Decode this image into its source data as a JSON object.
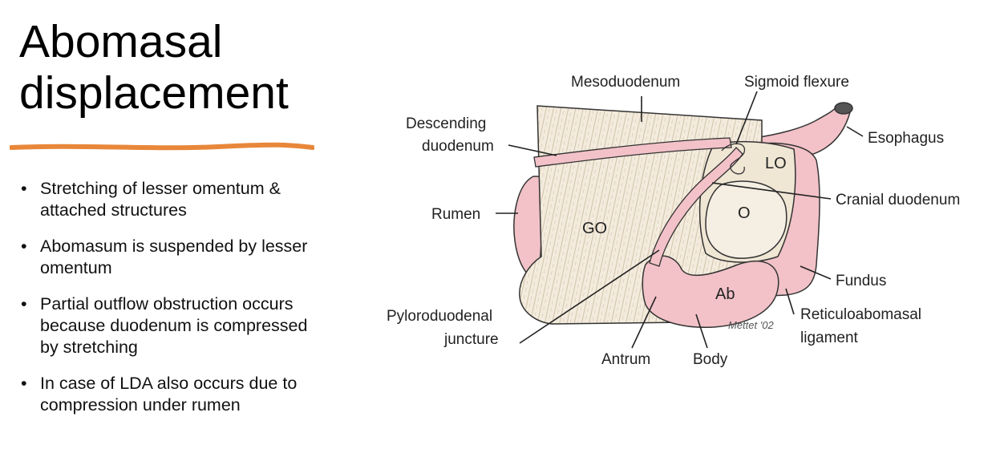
{
  "slide": {
    "title_line1": "Abomasal",
    "title_line2": "displacement",
    "accent_color": "#E8873A",
    "bullets": [
      "Stretching of lesser omentum & attached structures",
      "Abomasum is suspended by lesser omentum",
      "Partial outflow obstruction occurs because duodenum is compressed by stretching",
      "In case of LDA also occurs due to compression under rumen"
    ]
  },
  "diagram": {
    "labels": {
      "mesoduodenum": "Mesoduodenum",
      "sigmoid_flexure": "Sigmoid flexure",
      "descending_duodenum_1": "Descending",
      "descending_duodenum_2": "duodenum",
      "esophagus": "Esophagus",
      "cranial_duodenum": "Cranial duodenum",
      "rumen": "Rumen",
      "fundus": "Fundus",
      "pyloroduodenal_1": "Pyloroduodenal",
      "pyloroduodenal_2": "juncture",
      "reticuloabomasal_1": "Reticuloabomasal",
      "reticuloabomasal_2": "ligament",
      "antrum": "Antrum",
      "body": "Body"
    },
    "region_labels": {
      "go": "GO",
      "lo": "LO",
      "o": "O",
      "ab": "Ab"
    },
    "signature": "Mettet '02",
    "colors": {
      "organ_pink": "#F2C2C8",
      "organ_pink_dark": "#E8A8B0",
      "omentum": "#F3EBDD",
      "outline": "#333333"
    }
  }
}
